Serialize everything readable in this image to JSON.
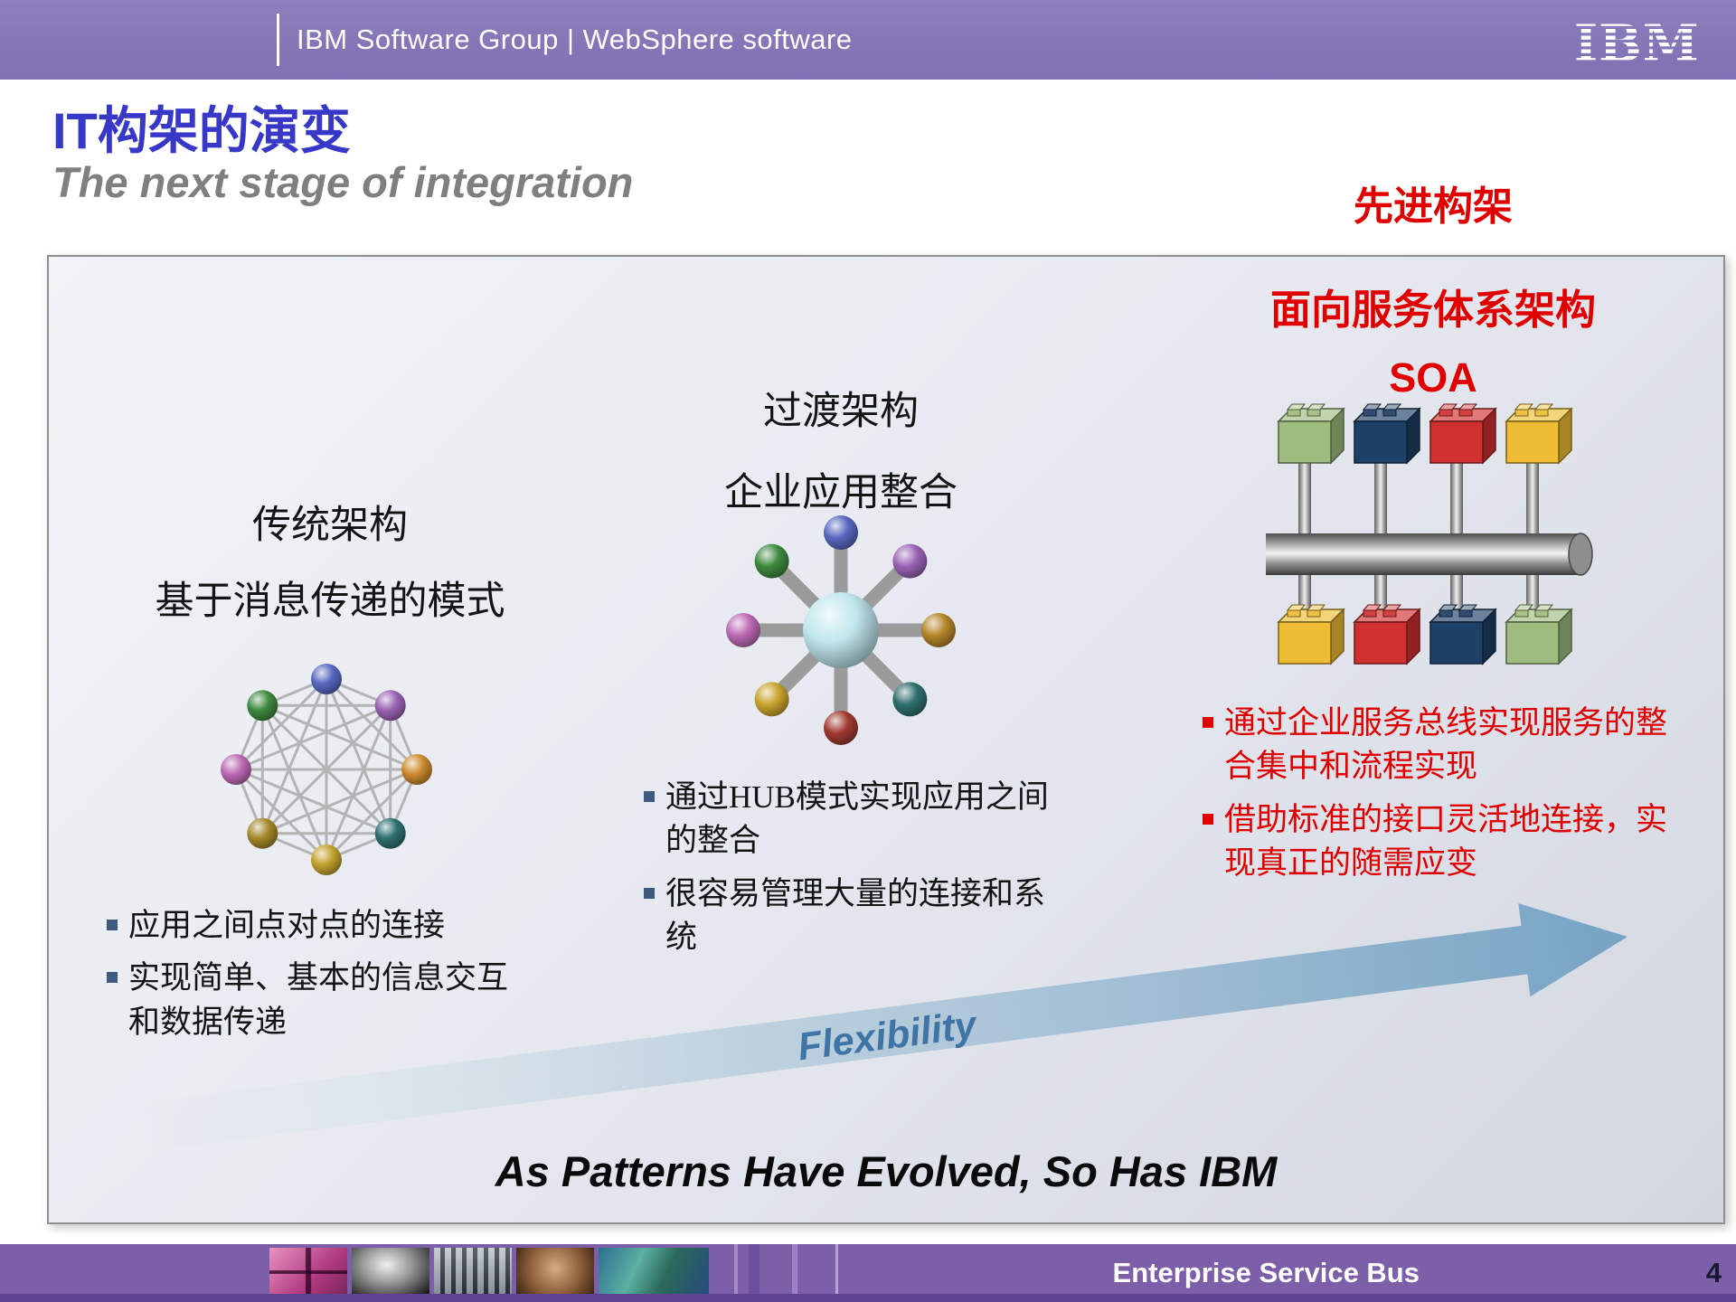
{
  "header": {
    "product_line": "IBM Software Group | WebSphere software",
    "logo_text": "IBM"
  },
  "page": {
    "title": "IT构架的演变",
    "subtitle": "The next stage of integration"
  },
  "stages": {
    "traditional": {
      "title": "传统架构",
      "subtitle": "基于消息传递的模式",
      "bullets": [
        "应用之间点对点的连接",
        "实现简单、基本的信息交互和数据传递"
      ]
    },
    "transitional": {
      "title": "过渡架构",
      "subtitle": "企业应用整合",
      "bullets": [
        "通过HUB模式实现应用之间的整合",
        "很容易管理大量的连接和系统"
      ]
    },
    "advanced": {
      "label": "先进构架",
      "title": "面向服务体系架构",
      "subtitle": "SOA",
      "bullets": [
        "通过企业服务总线实现服务的整合集中和流程实现",
        "借助标准的接口灵活地连接，实现真正的随需应变"
      ]
    }
  },
  "arrow_label": "Flexibility",
  "caption": "As Patterns Have Evolved, So Has IBM",
  "footer": {
    "label": "Enterprise Service Bus",
    "page_number": "4"
  },
  "colors": {
    "header_purple": "#8478B8",
    "footer_purple": "#7D5FA9",
    "title_blue": "#3737C8",
    "accent_red": "#E00000",
    "arrow_blue": "#76A3C4"
  },
  "diagrams": {
    "mesh": {
      "nodes": [
        {
          "angle": 0,
          "color": "#5868c0"
        },
        {
          "angle": 45,
          "color": "#9a63b5"
        },
        {
          "angle": 90,
          "color": "#cd8a2f"
        },
        {
          "angle": 135,
          "color": "#2f7070"
        },
        {
          "angle": 180,
          "color": "#c2a22e"
        },
        {
          "angle": 225,
          "color": "#a5892b"
        },
        {
          "angle": 270,
          "color": "#bd6ab5"
        },
        {
          "angle": 315,
          "color": "#3f8a40"
        }
      ]
    },
    "hub": {
      "center_color": "#bfe6ec",
      "nodes": [
        {
          "angle": 0,
          "color": "#5868c0"
        },
        {
          "angle": 45,
          "color": "#9a63b5"
        },
        {
          "angle": 90,
          "color": "#b5862a"
        },
        {
          "angle": 135,
          "color": "#2f6e6e"
        },
        {
          "angle": 180,
          "color": "#a03a32"
        },
        {
          "angle": 225,
          "color": "#c9a42f"
        },
        {
          "angle": 270,
          "color": "#bd6ab5"
        },
        {
          "angle": 315,
          "color": "#3f8a40"
        }
      ]
    },
    "soa_bus": {
      "top_blocks": [
        "#9fbc7f",
        "#1e3f66",
        "#d03030",
        "#eebd33"
      ],
      "bottom_blocks": [
        "#eebd33",
        "#d03030",
        "#1e3f66",
        "#9fbc7f"
      ]
    }
  }
}
